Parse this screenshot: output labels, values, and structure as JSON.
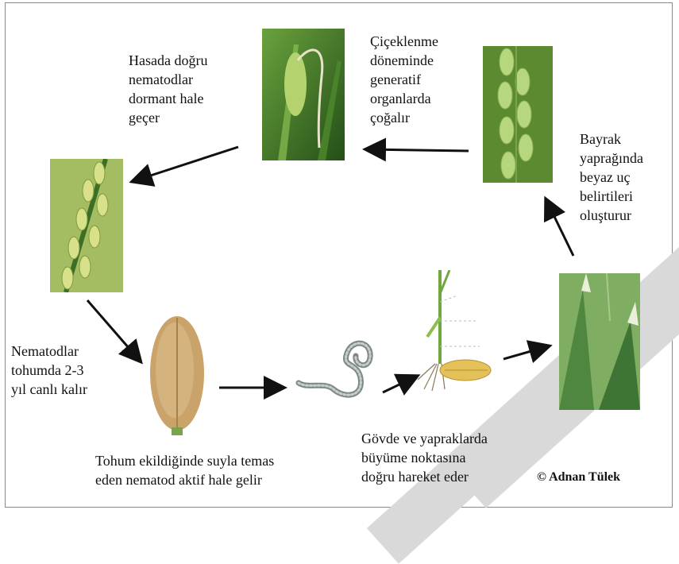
{
  "labels": {
    "harvest": [
      "Hasada doğru",
      "nematodlar",
      "dormant hale",
      "geçer"
    ],
    "flowering": [
      "Çiçeklenme",
      "döneminde",
      "generatif",
      "organlarda",
      "çoğalır"
    ],
    "flag_leaf": [
      "Bayrak",
      "yaprağında",
      "beyaz uç",
      "belirtileri",
      "oluşturur"
    ],
    "seed_survival": [
      "Nematodlar",
      "tohumda 2-3",
      "yıl canlı kalır"
    ],
    "sowing": [
      "Tohum ekildiğinde suyla temas",
      "eden nematod aktif hale gelir"
    ],
    "growth_point": [
      "Gövde ve yapraklarda",
      "büyüme noktasına",
      "doğru hareket eder"
    ]
  },
  "copyright": "© Adnan Tülek",
  "colors": {
    "arrow": "#111111",
    "watermark": "#d9d9d9",
    "leaf_dark": "#3f7a2a",
    "leaf_light": "#a9cf6a",
    "seed": "#c9a36a"
  }
}
